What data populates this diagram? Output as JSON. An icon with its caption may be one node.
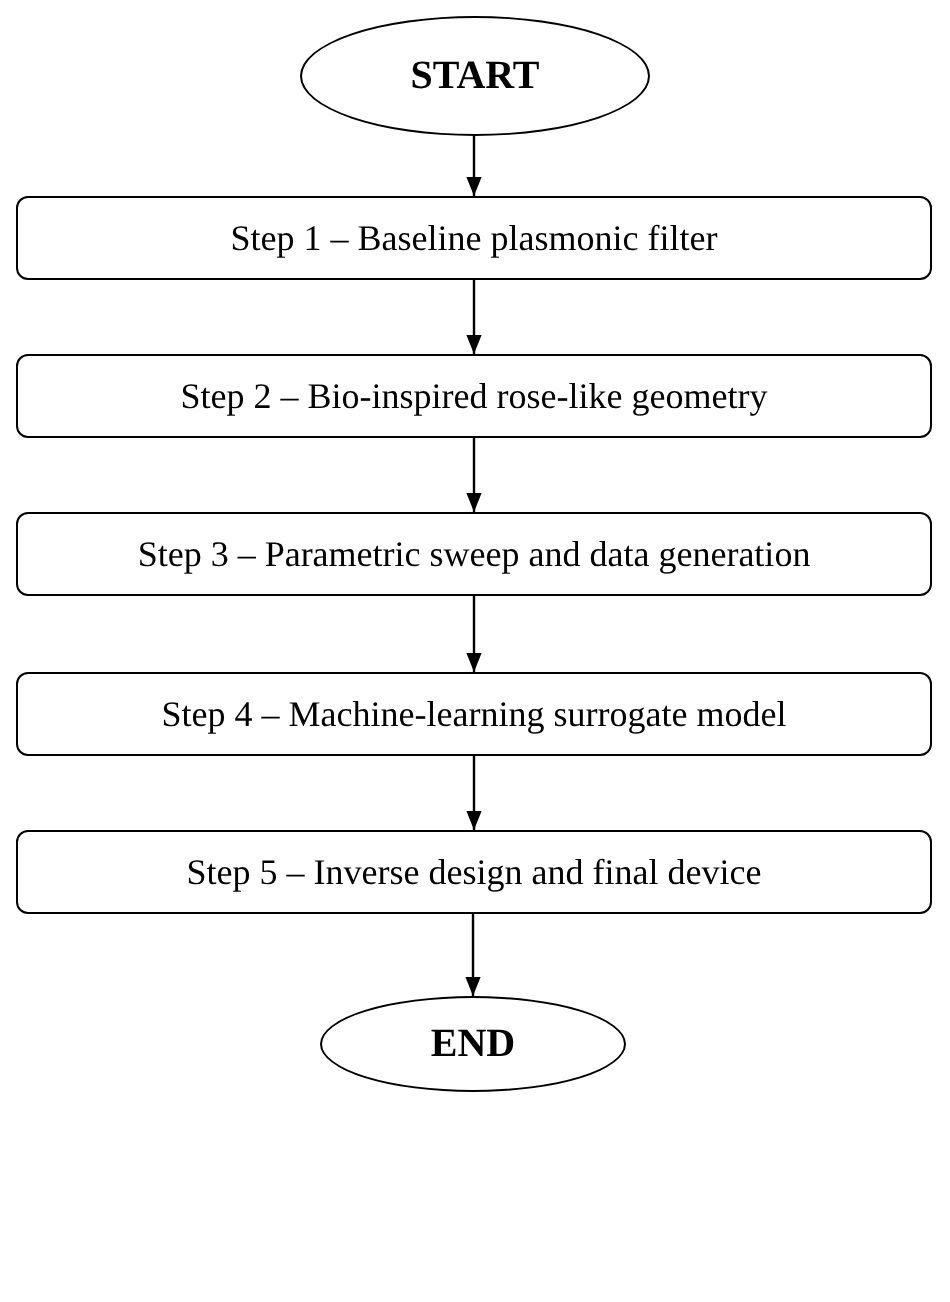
{
  "diagram": {
    "nodes": [
      {
        "text": [
          "START"
        ]
      },
      {
        "text": [
          "Step 1 – Baseline plasmonic filter"
        ]
      },
      {
        "text": [
          "Step 2 – Bio-inspired rose-like geometry"
        ]
      },
      {
        "text": [
          "Step 3 – Parametric sweep and data generation"
        ]
      },
      {
        "text": [
          "Step 4 – Machine-learning surrogate model"
        ]
      },
      {
        "text": [
          "Step 5 – Inverse design and final device"
        ]
      },
      {
        "text": [
          "END"
        ]
      }
    ],
    "edges": [
      {
        "from": 0,
        "to": 1,
        "arrow": "to"
      },
      {
        "from": 1,
        "to": 2,
        "arrow": "to"
      },
      {
        "from": 2,
        "to": 3,
        "arrow": "to"
      },
      {
        "from": 3,
        "to": 4,
        "arrow": "to"
      },
      {
        "from": 4,
        "to": 5,
        "arrow": "to"
      },
      {
        "from": 5,
        "to": 6,
        "arrow": "to"
      }
    ]
  }
}
